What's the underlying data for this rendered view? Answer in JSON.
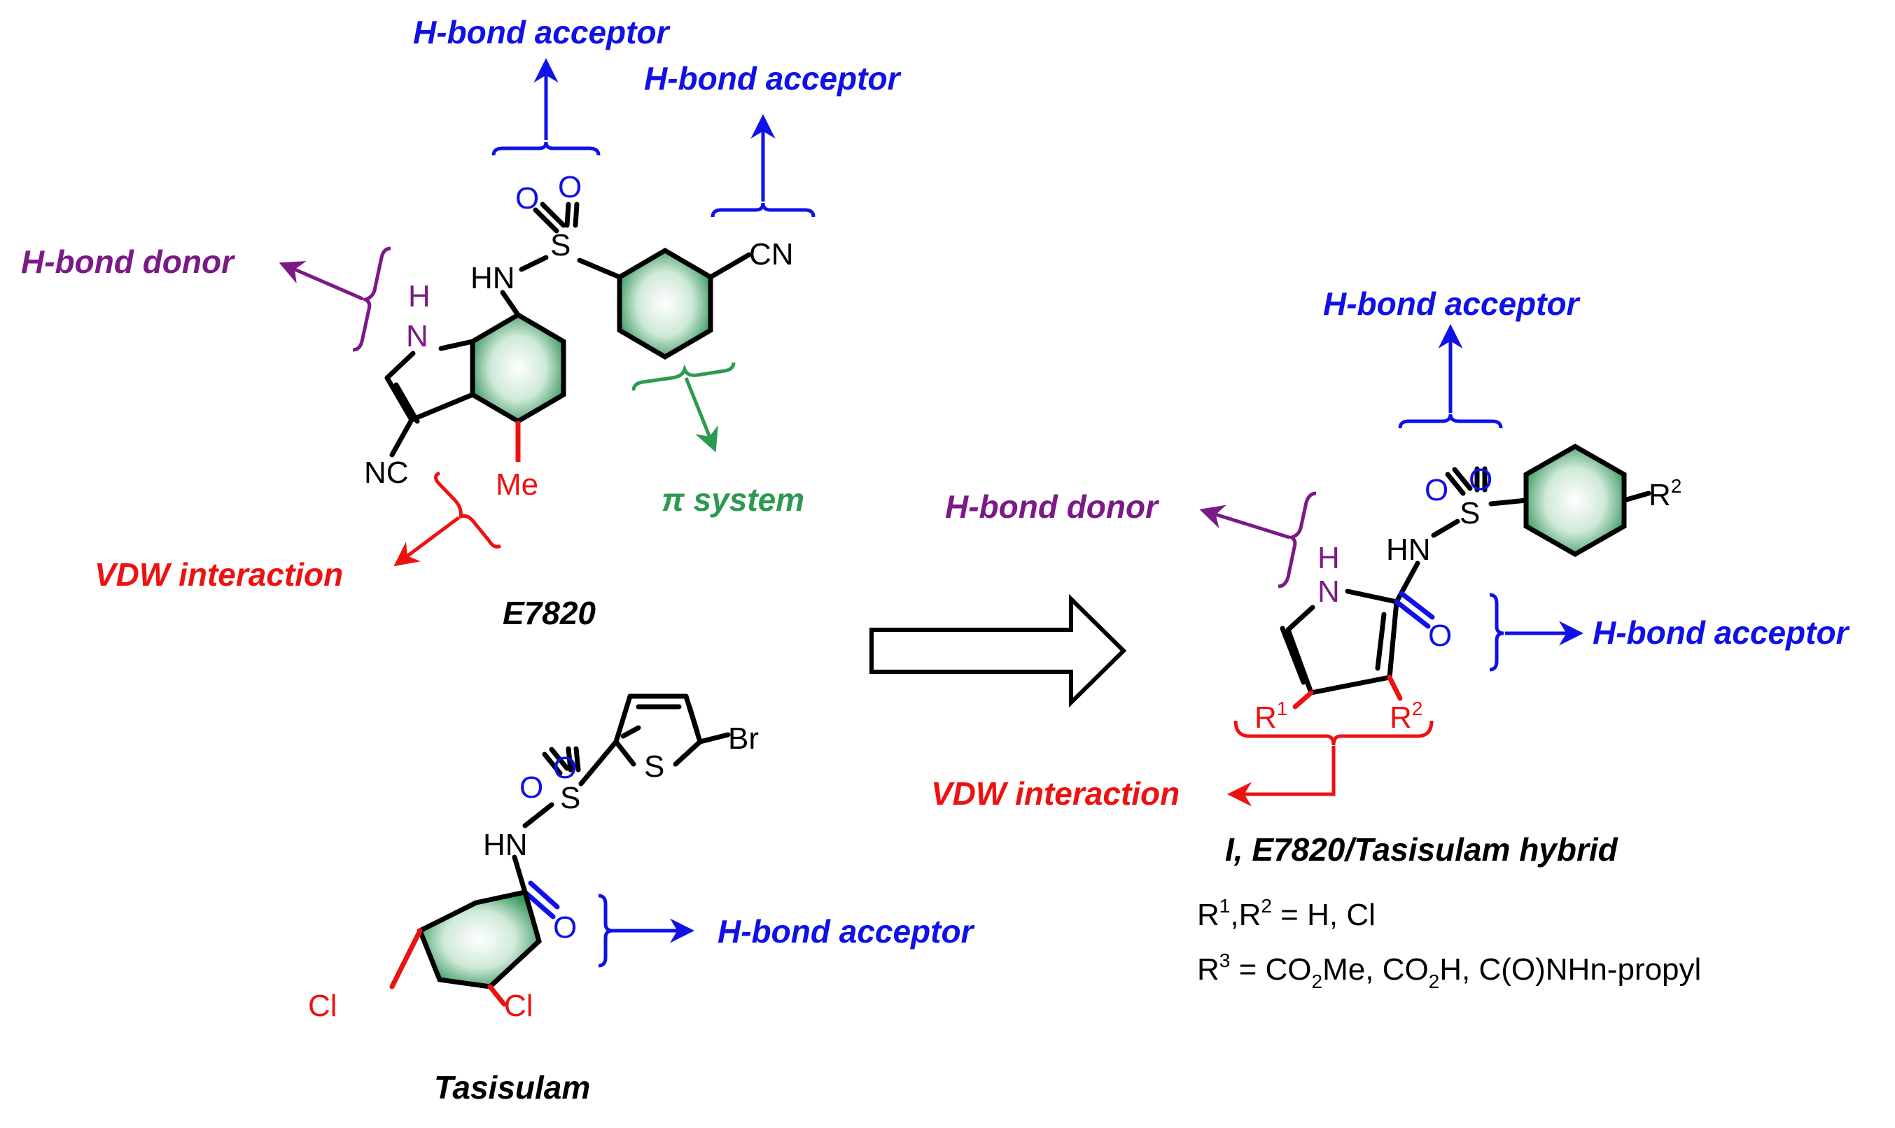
{
  "colors": {
    "acceptor": "#1010e8",
    "donor": "#7b1a86",
    "vdw": "#ee1111",
    "pi": "#2e9950",
    "bond": "#000000",
    "ring_fill_center": "#ffffff",
    "ring_fill_edge": "#2e8b57"
  },
  "e7820": {
    "name": "E7820",
    "labels": {
      "acceptor_top": "H-bond acceptor",
      "acceptor_right": "H-bond acceptor",
      "donor": "H-bond donor",
      "pi": "π system",
      "vdw": "VDW interaction"
    },
    "atoms": {
      "o1": "O",
      "o2": "O",
      "s": "S",
      "nh_side": "HN",
      "cn_aryl": "CN",
      "h_indole": "H",
      "n_indole": "N",
      "cn_indole": "NC",
      "me": "Me"
    }
  },
  "tasisulam": {
    "name": "Tasisulam",
    "labels": {
      "acceptor": "H-bond acceptor"
    },
    "atoms": {
      "o1": "O",
      "o2": "O",
      "s": "S",
      "s_ring": "S",
      "br": "Br",
      "nh": "HN",
      "o_carbonyl": "O",
      "cl1": "Cl",
      "cl2": "Cl"
    }
  },
  "hybrid": {
    "name": "I, E7820/Tasisulam hybrid",
    "labels": {
      "acceptor_top": "H-bond acceptor",
      "acceptor_right": "H-bond acceptor",
      "donor": "H-bond donor",
      "vdw": "VDW interaction"
    },
    "atoms": {
      "o1": "O",
      "o2": "O",
      "s": "S",
      "nh": "HN",
      "h_pyrrole": "H",
      "n_pyrrole": "N",
      "o_carbonyl": "O",
      "r": "R",
      "r1_sup": "1",
      "r2_sup": "2",
      "r_aryl_sup": "2"
    },
    "substituents": [
      {
        "r": "R",
        "sup_a": "1",
        "sep": ",",
        "r2": "R",
        "sup_b": "2",
        "value": " = H, Cl"
      },
      {
        "r": "R",
        "sup": "3",
        "eq": " = CO",
        "sub1": "2",
        "mid": "Me, CO",
        "sub2": "2",
        "tail": "H, C(O)NHn-propyl"
      }
    ]
  }
}
